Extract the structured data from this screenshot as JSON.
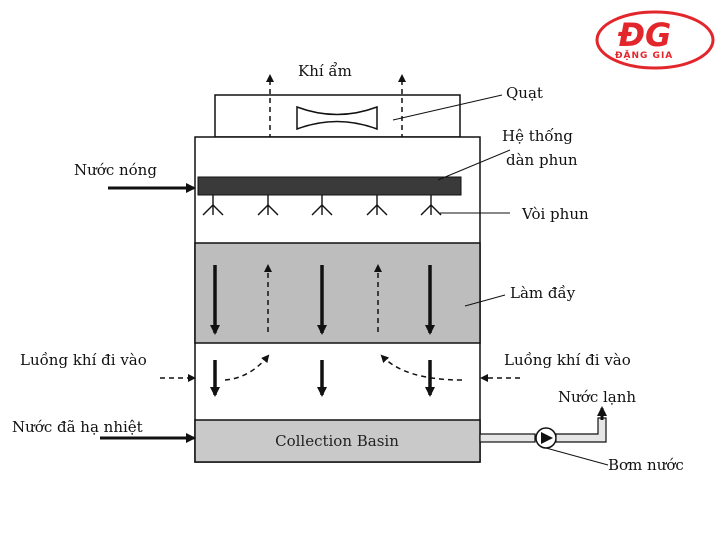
{
  "logo": {
    "mark": "ĐG",
    "name": "ĐẶNG GIA",
    "color": "#e3262b"
  },
  "labels": {
    "moist_air": "Khí ẩm",
    "fan": "Quạt",
    "spray_system_line1": "Hệ thống",
    "spray_system_line2": "dàn phun",
    "hot_water": "Nước nóng",
    "nozzle": "Vòi phun",
    "fill": "Làm đầy",
    "air_in_left": "Luồng khí đi vào",
    "air_in_right": "Luồng khí đi vào",
    "cold_water": "Nước lạnh",
    "cooled_water": "Nước đã hạ nhiệt",
    "basin": "Collection Basin",
    "pump": "Bơm nước"
  },
  "colors": {
    "fill_media": "#bdbdbd",
    "basin": "#c9c9c9",
    "spray_bar": "#3a3a3a",
    "line": "#111111"
  }
}
